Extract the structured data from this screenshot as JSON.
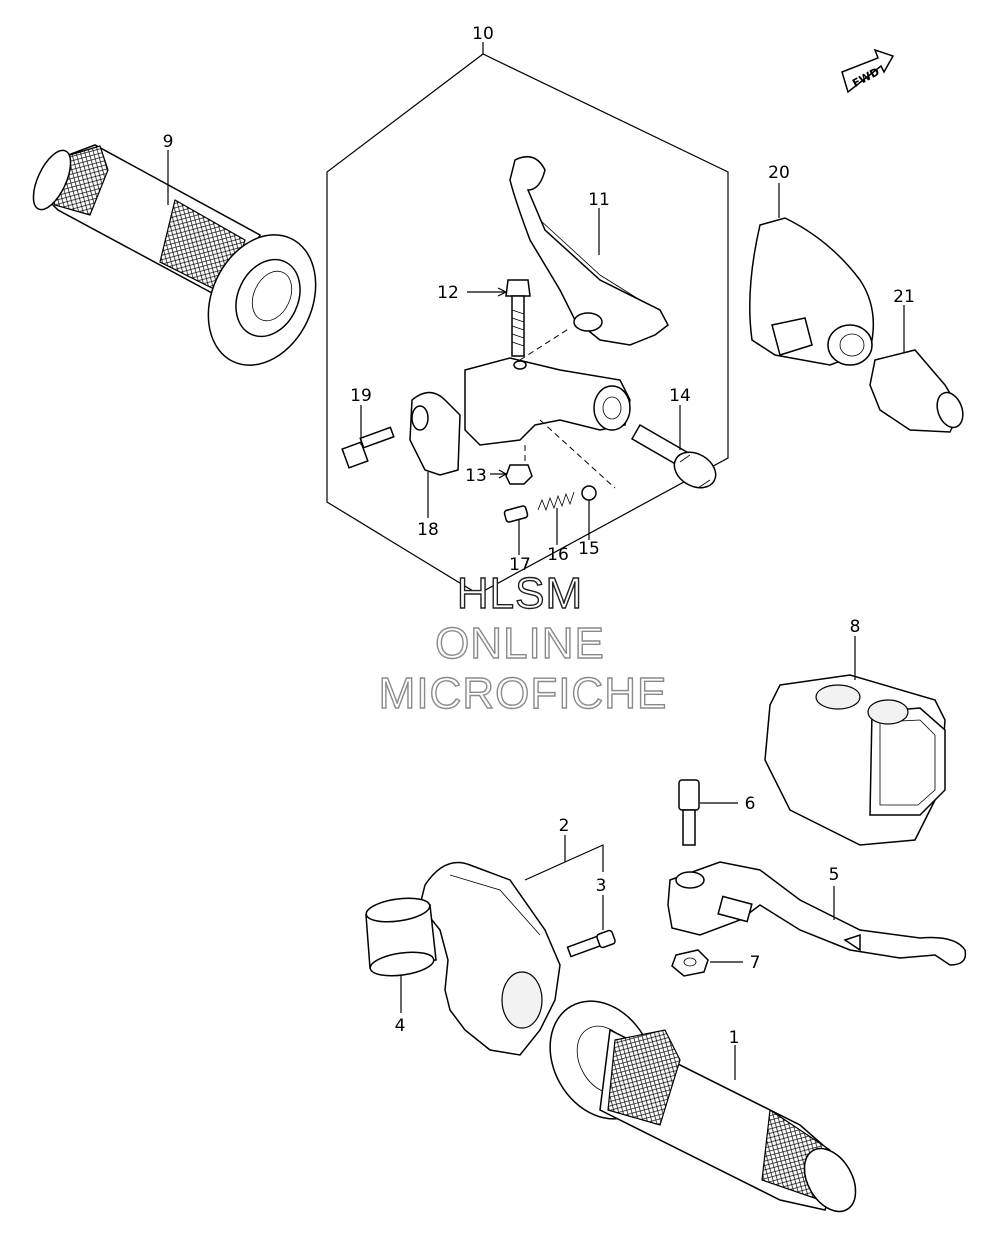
{
  "diagram": {
    "fwd_label": "FWD",
    "watermark": [
      "HLSM",
      "ONLINE",
      "MICROFICHE"
    ],
    "callouts": {
      "c1": "1",
      "c2": "2",
      "c3": "3",
      "c4": "4",
      "c5": "5",
      "c6": "6",
      "c7": "7",
      "c8": "8",
      "c9": "9",
      "c10": "10",
      "c11": "11",
      "c12": "12",
      "c13": "13",
      "c14": "14",
      "c15": "15",
      "c16": "16",
      "c17": "17",
      "c18": "18",
      "c19": "19",
      "c20": "20",
      "c21": "21"
    }
  }
}
